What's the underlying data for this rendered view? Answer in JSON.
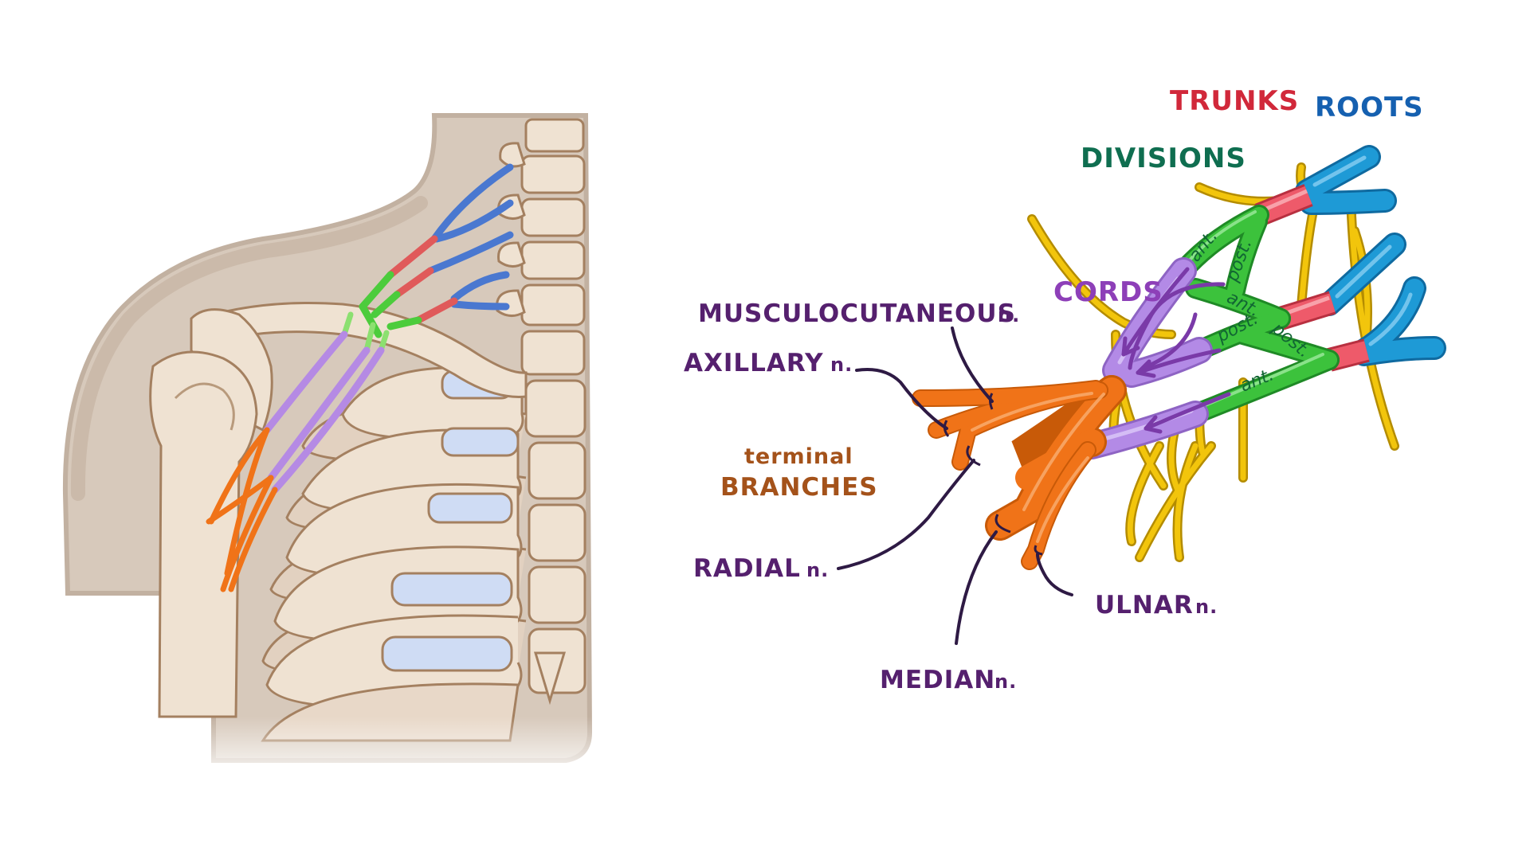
{
  "title": "Brachial plexus: roots, trunks, divisions, cords and terminal branches",
  "colors": {
    "roots": "#1e9ad6",
    "roots_label": "#1560b0",
    "trunks": "#ee5a6a",
    "trunks_label": "#d1283a",
    "divisions": "#3cc23c",
    "divisions_label": "#0f6e50",
    "division_text": "#116633",
    "cords": "#b38ae6",
    "cords_label": "#8d3fb8",
    "arrows": "#7a3aa8",
    "terminal": "#f07318",
    "terminal_label": "#a4521a",
    "nerve_label": "#55206e",
    "leader": "#2e1a44",
    "vessels": "#f2c50c",
    "anatomy_skin": "#d3c4b6",
    "anatomy_bone": "#efe1d1",
    "anatomy_outline": "#9c7a58",
    "anatomy_cartilage": "#cfdcf4"
  },
  "section_labels": {
    "roots": "ROOTS",
    "trunks": "TRUNKS",
    "divisions": "DIVISIONS",
    "cords": "CORDS",
    "terminal_line1": "terminal",
    "terminal_line2": "BRANCHES"
  },
  "division_labels": [
    "ant.",
    "post.",
    "ant.",
    "post.",
    "post.",
    "ant."
  ],
  "nerves": {
    "musculocutaneous": {
      "name": "MUSCULOCUTANEOUS",
      "suffix": "n."
    },
    "axillary": {
      "name": "AXILLARY",
      "suffix": "n."
    },
    "radial": {
      "name": "RADIAL",
      "suffix": "n."
    },
    "median": {
      "name": "MEDIAN",
      "suffix": "n."
    },
    "ulnar": {
      "name": "ULNAR",
      "suffix": "n."
    }
  }
}
